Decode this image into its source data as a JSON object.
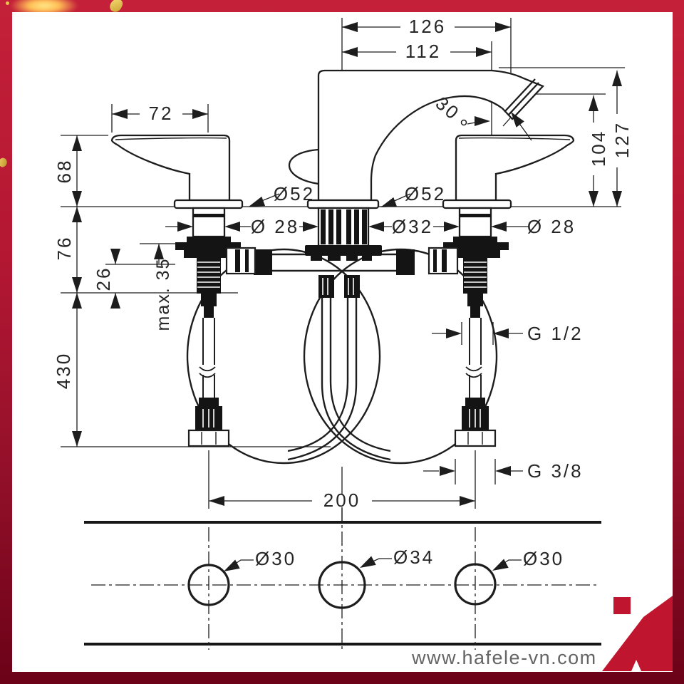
{
  "watermark": "www.hafele-vn.com",
  "colors": {
    "line": "#1d1d1d",
    "brand_red": "#c0152f",
    "watermark_gray": "#646464"
  },
  "labels": {
    "dim_126": "126",
    "dim_112": "112",
    "dim_72": "72",
    "dim_68": "68",
    "dim_angle_30": "30",
    "dim_76": "76",
    "dim_26": "26",
    "dim_max35": "max. 35",
    "dim_430": "430",
    "dim_127": "127",
    "dim_104": "104",
    "dim_o52_left": "Ø52",
    "dim_o52_center": "Ø52",
    "dim_o28_left": "Ø 28",
    "dim_o32_center": "Ø32",
    "dim_o28_right": "Ø 28",
    "dim_g12": "G 1/2",
    "dim_g38": "G 3/8",
    "dim_200": "200",
    "hole_o30_left": "Ø30",
    "hole_o34_center": "Ø34",
    "hole_o30_right": "Ø30"
  }
}
